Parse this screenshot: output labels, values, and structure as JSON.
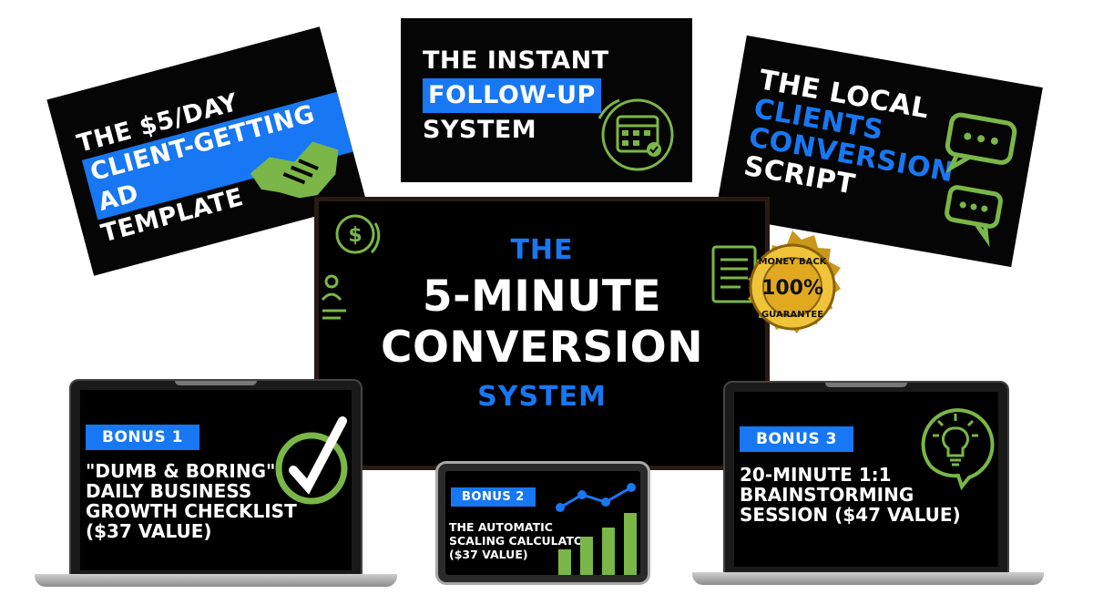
{
  "cards": {
    "ad_template": {
      "line1": "THE $5/DAY",
      "line2": "CLIENT-GETTING AD",
      "line3": "TEMPLATE"
    },
    "follow_up": {
      "line1": "THE INSTANT",
      "line2": "FOLLOW-UP",
      "line3": "SYSTEM"
    },
    "script": {
      "line1": "THE LOCAL",
      "line2": "CLIENTS",
      "line3": "CONVERSION",
      "line4": "SCRIPT"
    }
  },
  "main": {
    "line1": "THE",
    "line2": "5-MINUTE",
    "line3": "CONVERSION",
    "line4": "SYSTEM"
  },
  "seal": {
    "top_text": "MONEY BACK",
    "center_text": "100%",
    "bottom_text": "GUARANTEE"
  },
  "bonuses": [
    {
      "badge": "BONUS 1",
      "lines": [
        "\"DUMB & BORING\"",
        "DAILY BUSINESS",
        "GROWTH CHECKLIST",
        "($37 VALUE)"
      ]
    },
    {
      "badge": "BONUS 2",
      "lines": [
        "THE AUTOMATIC",
        "SCALING CALCULATOR",
        "($37 VALUE)"
      ]
    },
    {
      "badge": "BONUS 3",
      "lines": [
        "20-MINUTE 1:1",
        "BRAINSTORMING",
        "SESSION ($47 VALUE)"
      ]
    }
  ],
  "icons": [
    "handshake-icon",
    "calendar-icon",
    "chat-bubble-icon",
    "dollar-cycle-icon",
    "document-icon",
    "checkmark-icon",
    "growth-chart-icon",
    "lightbulb-icon"
  ],
  "colors": {
    "accent_blue": "#1877f2",
    "accent_green": "#7ab648",
    "background": "#050505",
    "gold": "#d4a017"
  }
}
